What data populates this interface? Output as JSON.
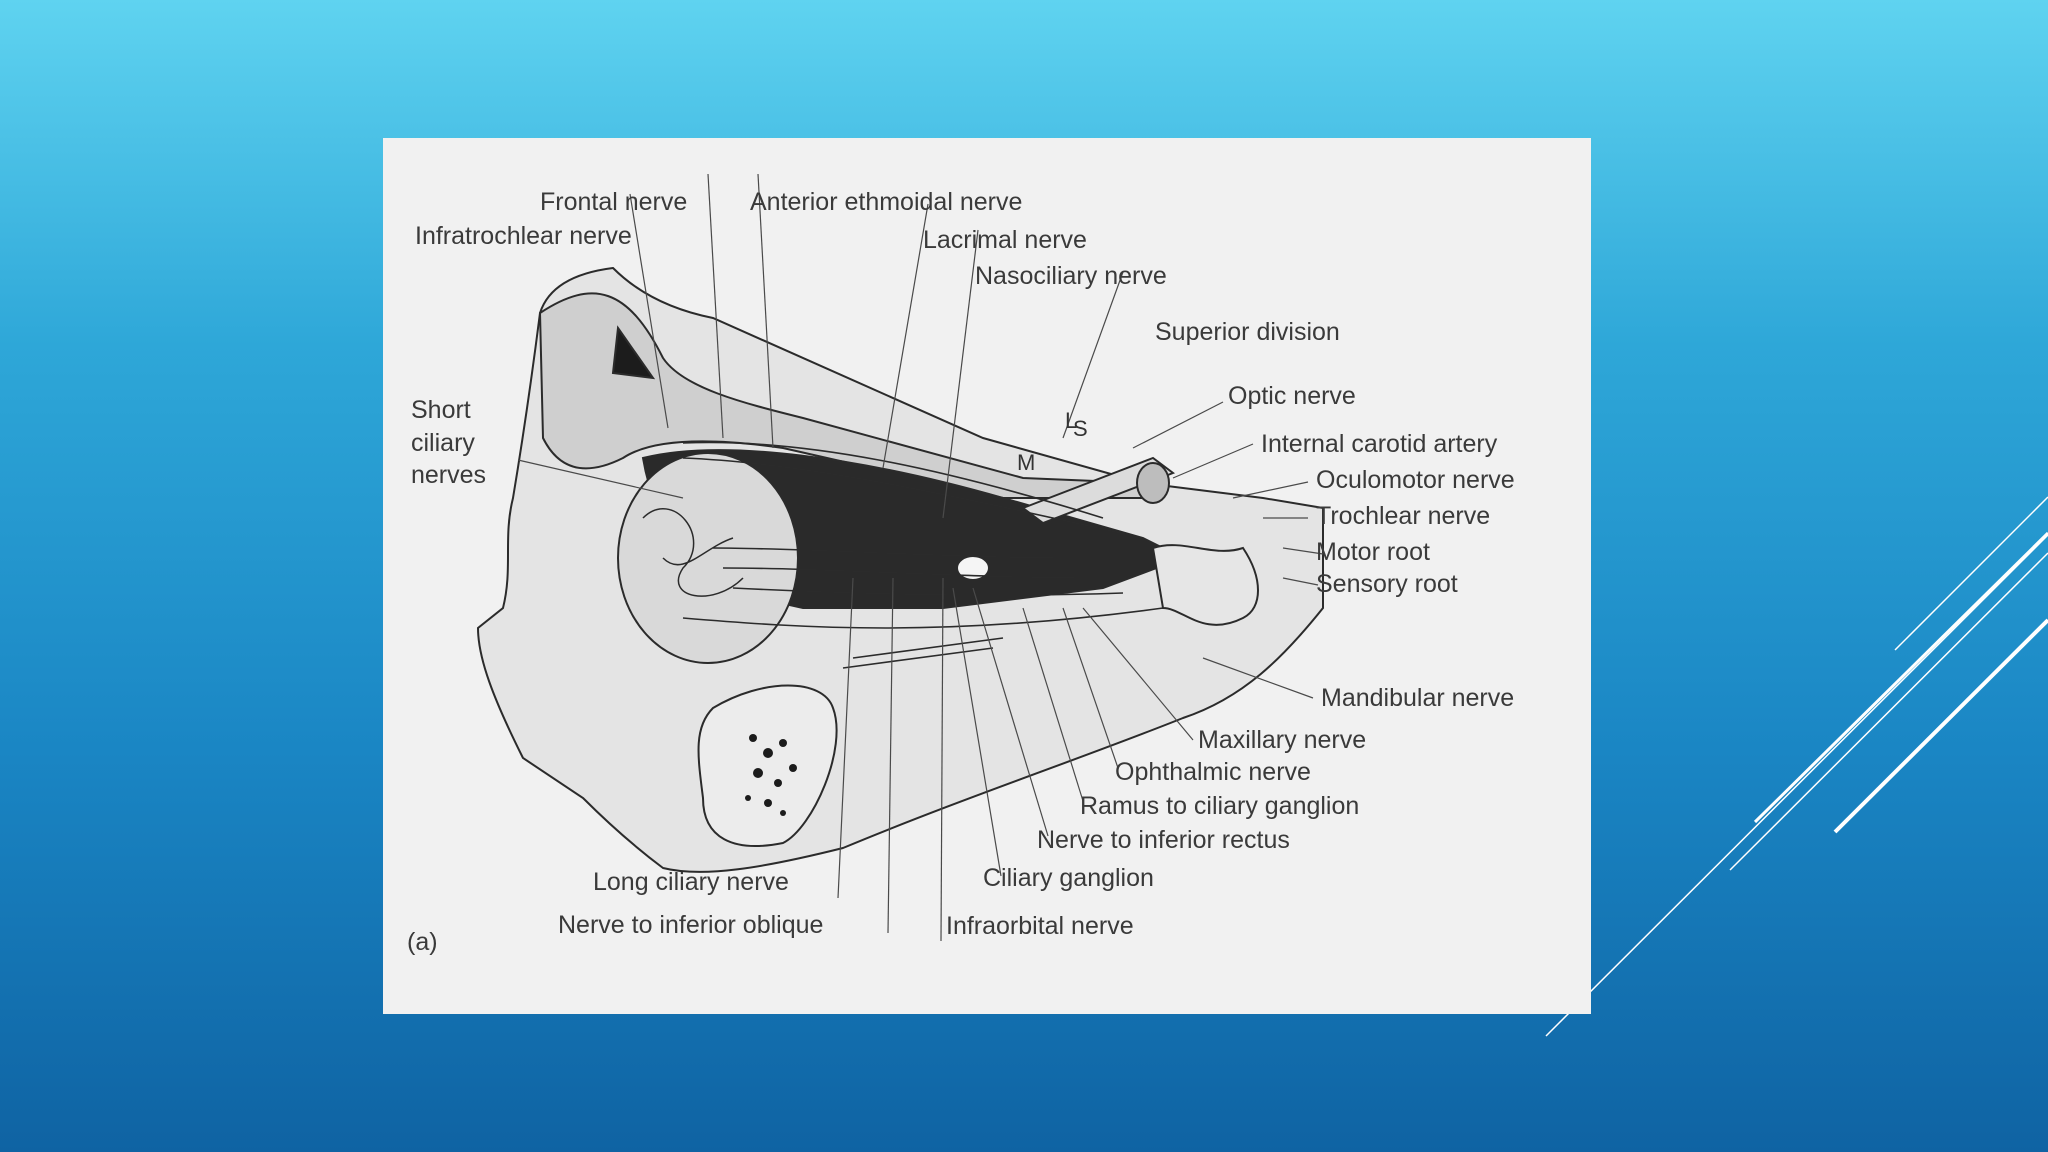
{
  "diagram": {
    "panel_label": "(a)",
    "labels": {
      "frontal_nerve": "Frontal nerve",
      "anterior_ethmoidal_nerve": "Anterior ethmoidal nerve",
      "infratrochlear_nerve": "Infratrochlear nerve",
      "lacrimal_nerve": "Lacrimal nerve",
      "nasociliary_nerve": "Nasociliary nerve",
      "superior_division": "Superior division",
      "optic_nerve": "Optic nerve",
      "internal_carotid_artery": "Internal carotid artery",
      "oculomotor_nerve": "Oculomotor nerve",
      "trochlear_nerve": "Trochlear nerve",
      "motor_root": "Motor root",
      "sensory_root": "Sensory root",
      "short_ciliary_nerves": "Short\nciliary\nnerves",
      "mandibular_nerve": "Mandibular nerve",
      "maxillary_nerve": "Maxillary nerve",
      "ophthalmic_nerve": "Ophthalmic nerve",
      "ramus_to_ciliary_ganglion": "Ramus to ciliary ganglion",
      "nerve_to_inferior_rectus": "Nerve to inferior rectus",
      "ciliary_ganglion": "Ciliary ganglion",
      "long_ciliary_nerve": "Long ciliary nerve",
      "nerve_to_inferior_oblique": "Nerve to inferior oblique",
      "infraorbital_nerve": "Infraorbital nerve"
    },
    "root_letters": {
      "l": "L",
      "s": "S",
      "m": "M"
    }
  },
  "colors": {
    "background_top": "#5fd3f0",
    "background_bottom": "#0f63a3",
    "panel": "#f1f1f1",
    "ink": "#3a3a3a"
  }
}
